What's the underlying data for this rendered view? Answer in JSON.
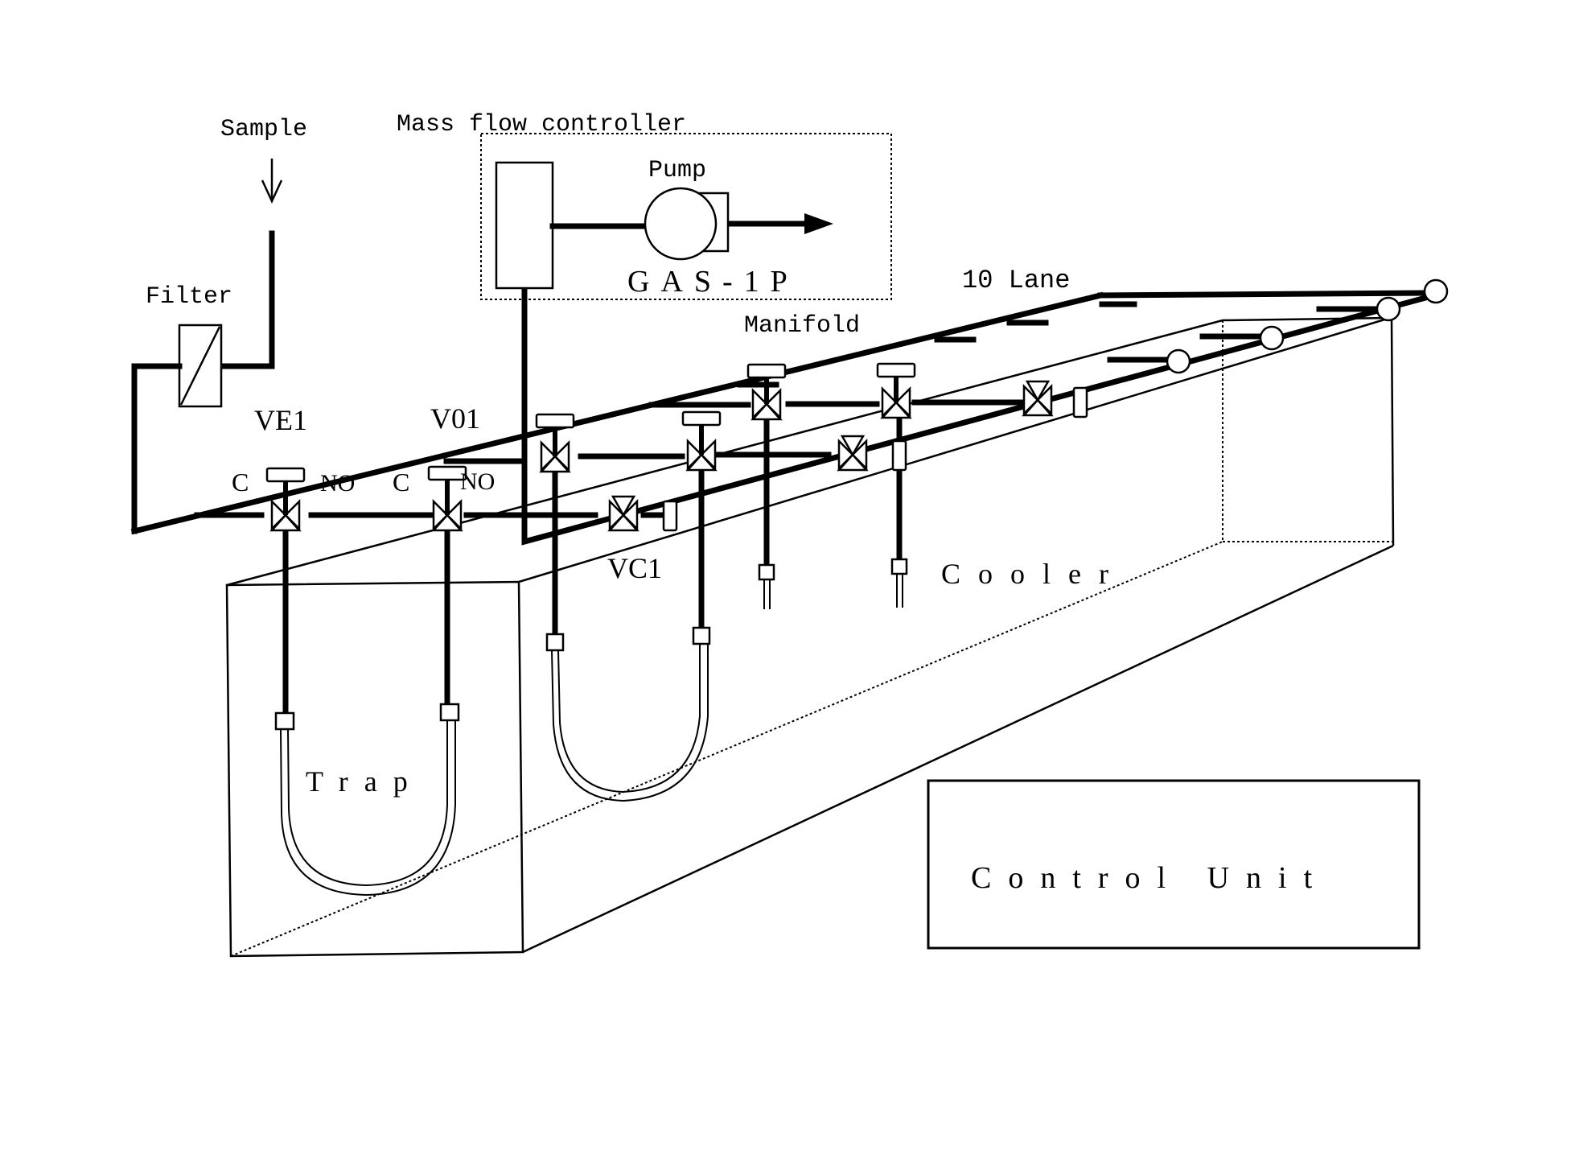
{
  "diagram": {
    "title": "Sampling system schematic",
    "labels": {
      "sample": "Sample",
      "mass_flow_controller": "Mass flow controller",
      "pump": "Pump",
      "pump_model": "GAS-1P",
      "filter": "Filter",
      "lane_count": "10 Lane",
      "manifold": "Manifold",
      "cooler": "Cooler",
      "trap": "Trap",
      "control_unit": "Control Unit"
    },
    "valves": [
      {
        "id": "VE1",
        "label": "VE1",
        "port_left": "C",
        "port_right": "NO"
      },
      {
        "id": "V01",
        "label": "V01",
        "port_left": "C",
        "port_right": "NO"
      },
      {
        "id": "VC1",
        "label": "VC1"
      }
    ],
    "flow_directions": {
      "sample_inlet": "down",
      "pump_outlet": "right"
    },
    "colors": {
      "ink": "#000000",
      "background": "#ffffff"
    }
  }
}
